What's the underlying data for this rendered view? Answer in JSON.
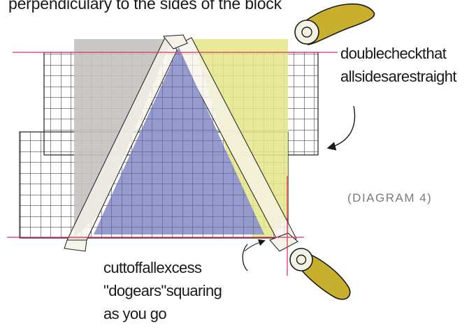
{
  "captions": {
    "top": "perpendiculary to the sides of the block",
    "right_note_line1": "doublecheckthat",
    "right_note_line2": "allsidesarestraight",
    "diagram_label": "(DIAGRAM 4)",
    "bottom_note_line1": "cuttoffallexcess",
    "bottom_note_line2": "\"dogears\"squaring",
    "bottom_note_line3": "as you go"
  },
  "colors": {
    "grid": "#1f1f1f",
    "triangle": "#8f96cc",
    "yellow_strip": "#e6e68c",
    "gray_strip": "#c4c2c0",
    "paper_strip": "#f6f3e9",
    "guide_line": "#d9355e",
    "cutter": "#c8b02e"
  },
  "icons": [
    "rotary-cutter-icon",
    "rotary-cutter-icon",
    "curved-arrow-icon"
  ]
}
